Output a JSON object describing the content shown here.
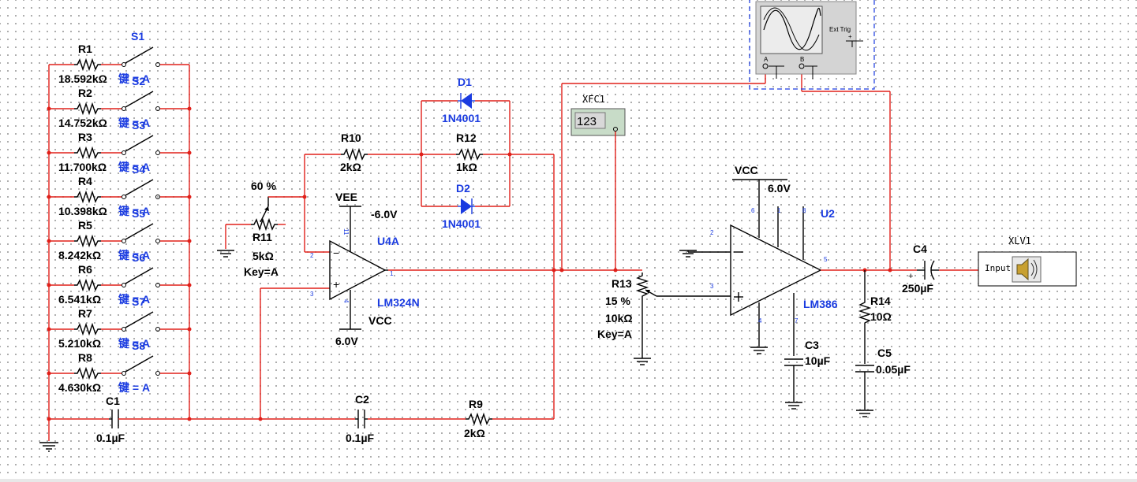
{
  "resistor_bank": [
    {
      "ref": "R1",
      "value": "18.592kΩ",
      "switch": "S1",
      "key": "键 = A"
    },
    {
      "ref": "R2",
      "value": "14.752kΩ",
      "switch": "S2",
      "key": "键 = A"
    },
    {
      "ref": "R3",
      "value": "11.700kΩ",
      "switch": "S3",
      "key": "键 = A"
    },
    {
      "ref": "R4",
      "value": "10.398kΩ",
      "switch": "S4",
      "key": "键 = A"
    },
    {
      "ref": "R5",
      "value": "8.242kΩ",
      "switch": "S5",
      "key": "键 = A"
    },
    {
      "ref": "R6",
      "value": "6.541kΩ",
      "switch": "S6",
      "key": "键 = A"
    },
    {
      "ref": "R7",
      "value": "5.210kΩ",
      "switch": "S7",
      "key": "键 = A"
    },
    {
      "ref": "R8",
      "value": "4.630kΩ",
      "switch": "S8",
      "key": "键 = A"
    }
  ],
  "c1": {
    "ref": "C1",
    "value": "0.1µF"
  },
  "c2": {
    "ref": "C2",
    "value": "0.1µF"
  },
  "r9": {
    "ref": "R9",
    "value": "2kΩ"
  },
  "r10": {
    "ref": "R10",
    "value": "2kΩ"
  },
  "r12": {
    "ref": "R12",
    "value": "1kΩ"
  },
  "d1": {
    "ref": "D1",
    "part": "1N4001"
  },
  "d2": {
    "ref": "D2",
    "part": "1N4001"
  },
  "r11": {
    "ref": "R11",
    "value": "5kΩ",
    "key": "Key=A",
    "setting": "60 %"
  },
  "u4a": {
    "ref": "U4A",
    "part": "LM324N",
    "vee": "VEE",
    "vee_value": "-6.0V",
    "vcc": "VCC",
    "vcc_value": "6.0V",
    "pins": {
      "p2": "2",
      "p3": "3",
      "p1": "1",
      "p11": "11",
      "p4": "4"
    }
  },
  "xfc1": {
    "ref": "XFC1",
    "display": "123"
  },
  "r13": {
    "ref": "R13",
    "setting": "15 %",
    "value": "10kΩ",
    "key": "Key=A"
  },
  "u2": {
    "ref": "U2",
    "part": "LM386",
    "vcc": "VCC",
    "vcc_value": "6.0V",
    "pins": {
      "p2": "2",
      "p3": "3",
      "p5": "5",
      "p6": "6",
      "p1": "1",
      "p8": "8",
      "p4": "4",
      "p7": "7"
    }
  },
  "c3": {
    "ref": "C3",
    "value": "10µF"
  },
  "r14": {
    "ref": "R14",
    "value": "10Ω"
  },
  "c5": {
    "ref": "C5",
    "value": "0.05µF"
  },
  "c4": {
    "ref": "C4",
    "value": "250µF"
  },
  "xlv1": {
    "ref": "XLV1",
    "input_label": "Input"
  },
  "oscilloscope": {
    "ext_trig": "Ext Trig",
    "chan_a": "A",
    "chan_b": "B"
  },
  "colors": {
    "wire": "#e0201a",
    "component": "#000000",
    "label_blue": "#1a3be0",
    "xfc_fill": "#c8dcc8"
  }
}
